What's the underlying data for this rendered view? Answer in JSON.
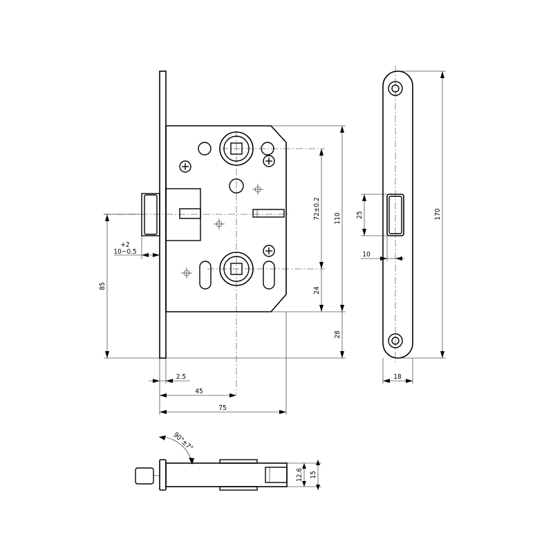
{
  "drawing": {
    "title": "",
    "dimensions": {
      "backset_45": "45",
      "body_width_75": "75",
      "faceplate_2_5": "2.5",
      "latch_projection": "+2",
      "latch_projection_range": "10−0.5",
      "latch_height_85": "85",
      "spindle_distance": "72±0.2",
      "body_height_110": "110",
      "bottom_offset_24": "24",
      "bottom_offset_28": "28",
      "strike_opening_25": "25",
      "strike_offset_10": "10",
      "strike_length_170": "170",
      "strike_width_18": "18",
      "rotation_angle": "90°±7°",
      "thickness_12_6": "12.6",
      "thickness_15": "15"
    }
  }
}
